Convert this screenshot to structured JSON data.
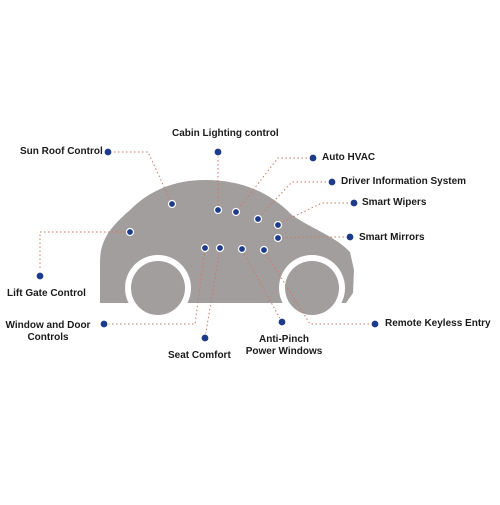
{
  "diagram": {
    "colors": {
      "car_body": "#a39e9e",
      "wheel_outer": "#ffffff",
      "wheel_inner": "#a39e9e",
      "marker_fill": "#1e3a8a",
      "marker_ring": "#ffffff",
      "leader_line": "#d07860",
      "text": "#1b1b1b"
    },
    "labels": {
      "sun_roof": "Sun Roof Control",
      "cabin_lighting": "Cabin Lighting control",
      "auto_hvac": "Auto HVAC",
      "driver_info": "Driver Information System",
      "smart_wipers": "Smart Wipers",
      "smart_mirrors": "Smart Mirrors",
      "lift_gate": "Lift Gate Control",
      "window_door_1": "Window and Door",
      "window_door_2": "Controls",
      "seat_comfort": "Seat Comfort",
      "anti_pinch_1": "Anti-Pinch",
      "anti_pinch_2": "Power Windows",
      "keyless_entry": "Remote Keyless Entry"
    }
  }
}
